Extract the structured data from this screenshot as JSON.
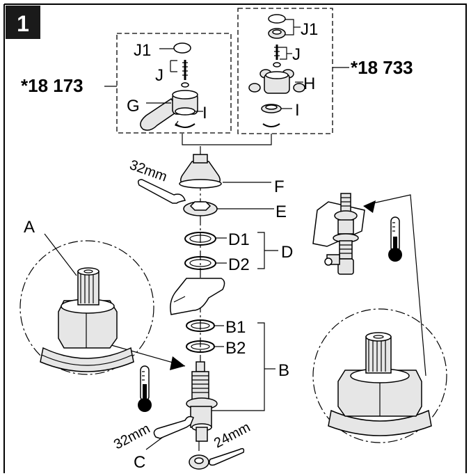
{
  "step": {
    "number": "1"
  },
  "variants": [
    {
      "code": "*18 173"
    },
    {
      "code": "*18 733"
    }
  ],
  "labels": {
    "A": "A",
    "B": "B",
    "B1": "B1",
    "B2": "B2",
    "C": "C",
    "D": "D",
    "D1": "D1",
    "D2": "D2",
    "E": "E",
    "F": "F",
    "G": "G",
    "H": "H",
    "I": "I",
    "J": "J",
    "J1": "J1"
  },
  "wrenches": {
    "top": "32mm",
    "bottom_left": "32mm",
    "bottom_right": "24mm"
  },
  "colors": {
    "stroke": "#000000",
    "shade": "#e6e6e6",
    "badge": "#1a1a1a"
  }
}
